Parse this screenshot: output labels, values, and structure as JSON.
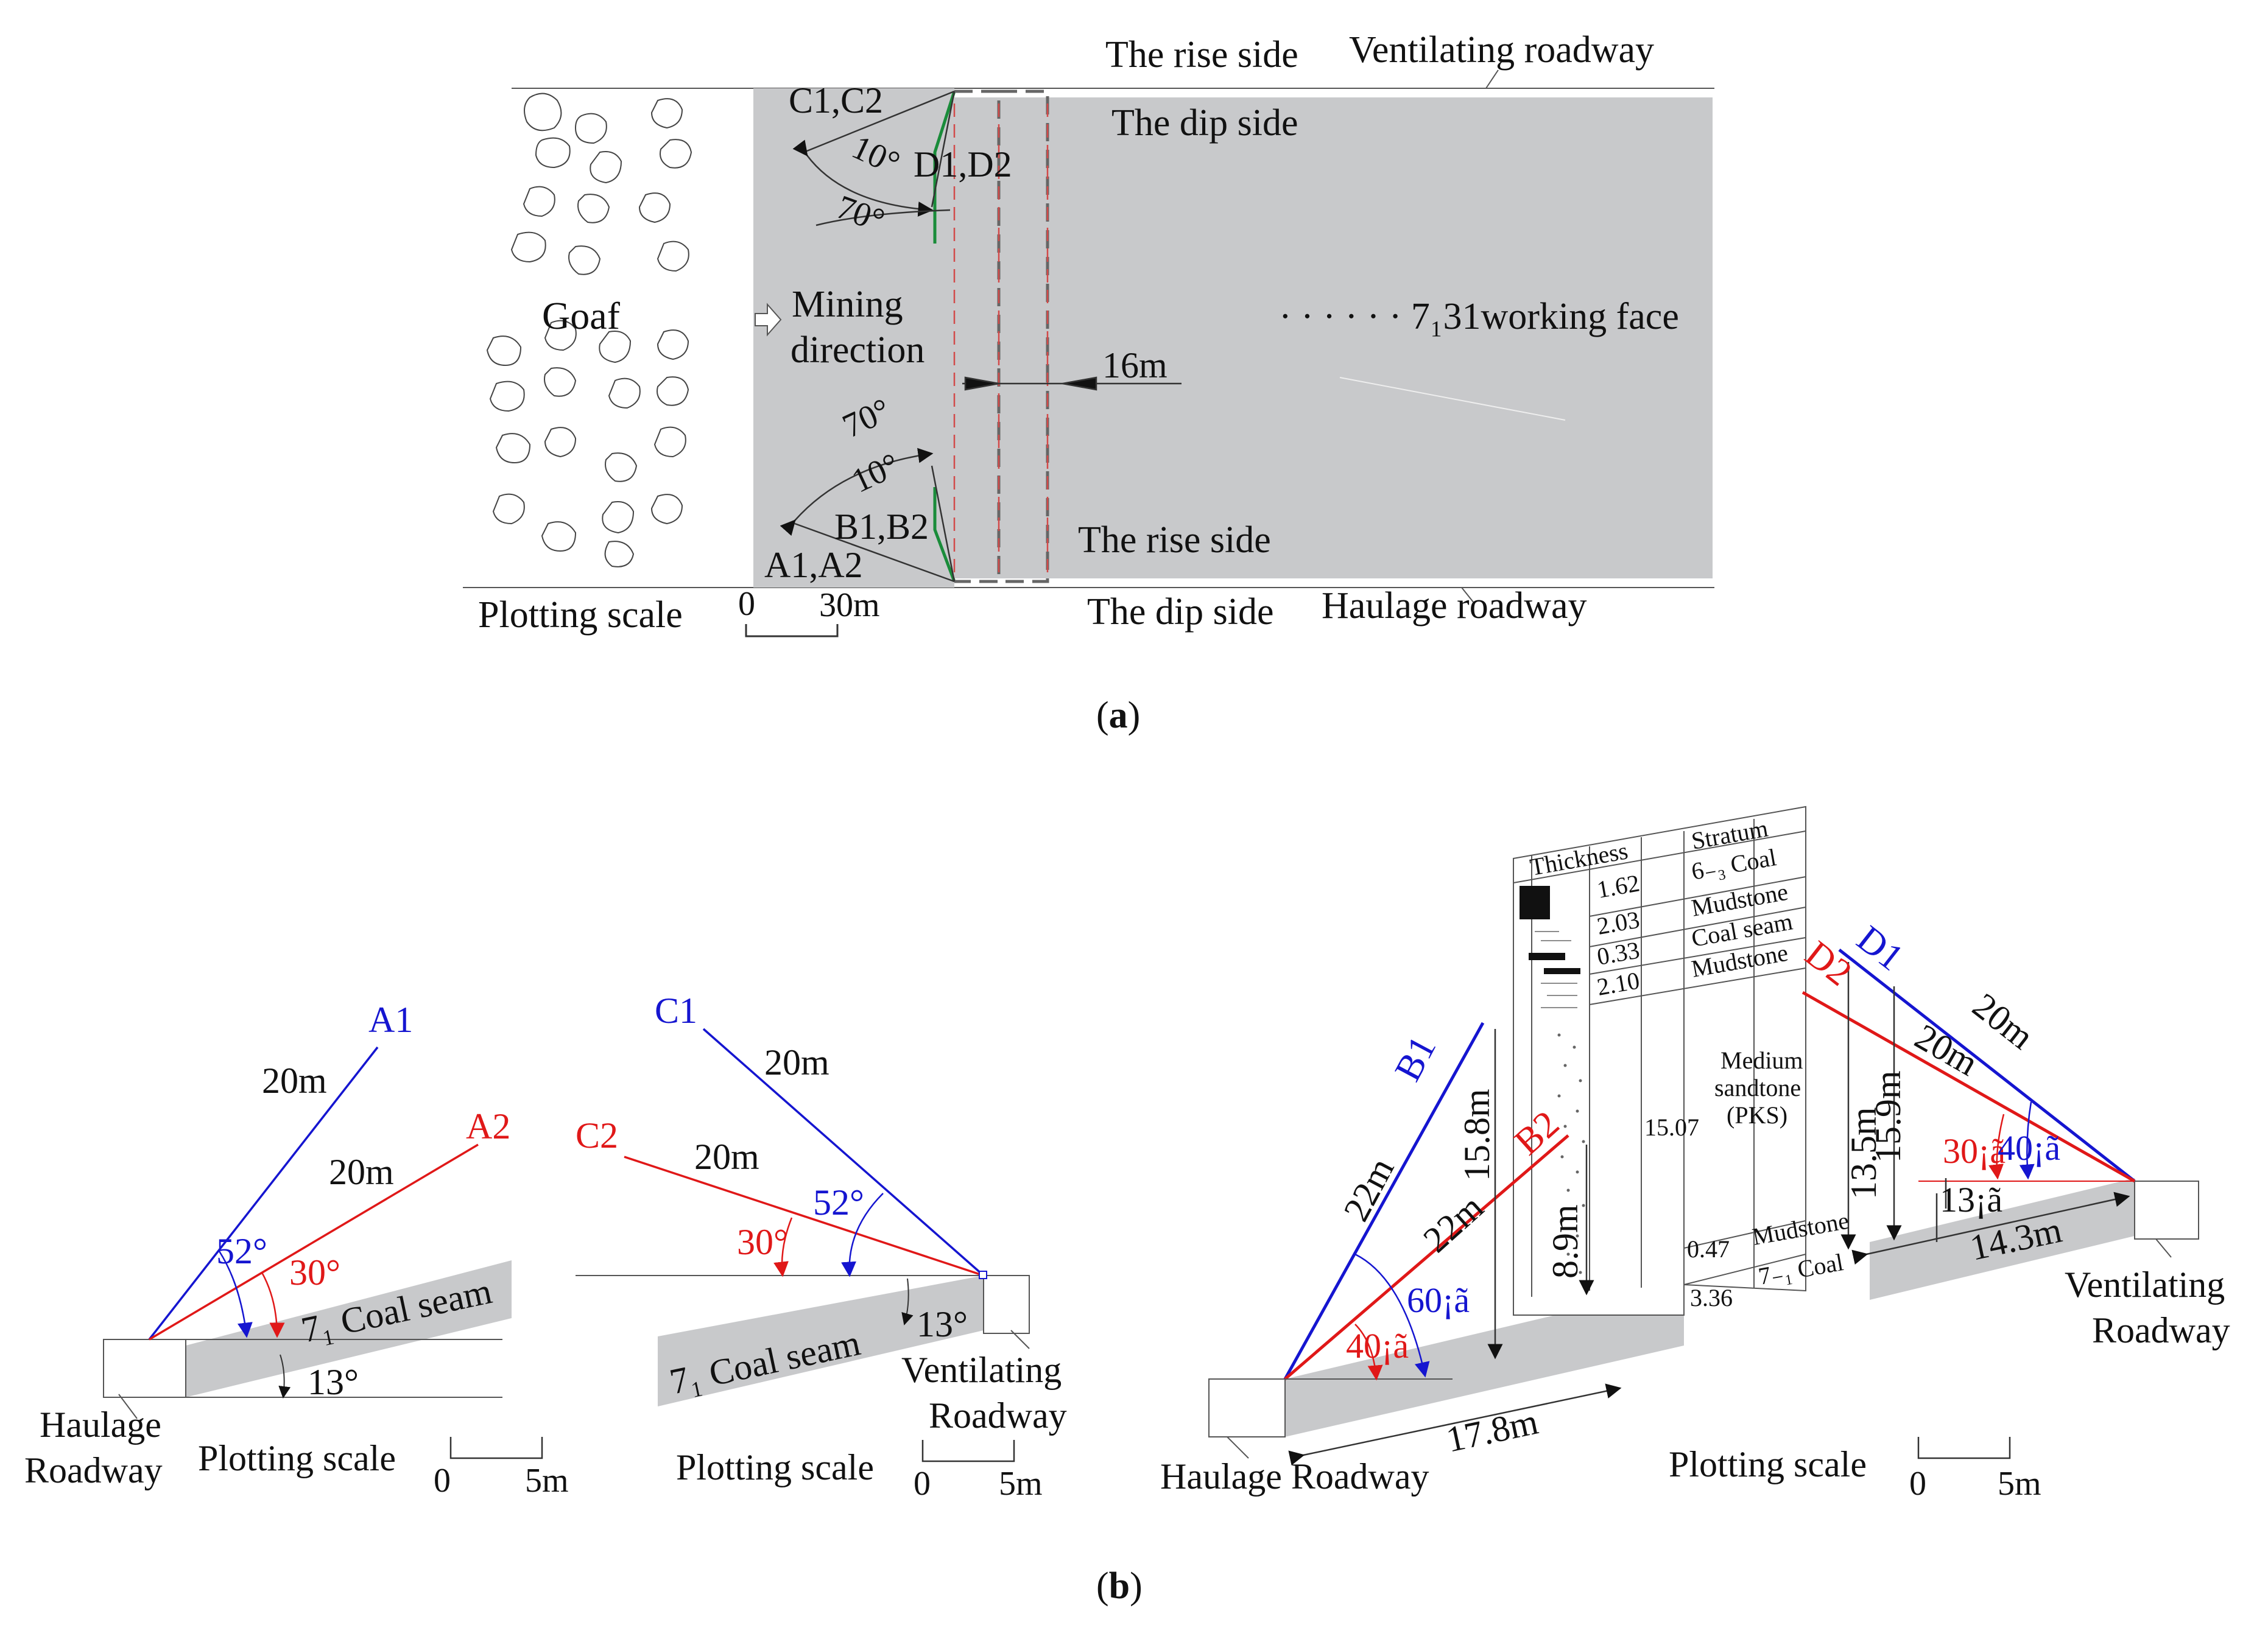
{
  "panel_a": {
    "label": "a",
    "rise_top": "The rise side",
    "vent_roadway": "Ventilating roadway",
    "dip_top": "The dip side",
    "c_label": "C1,C2",
    "d_label": "D1,D2",
    "ang10_top": "10°",
    "ang70_top": "70°",
    "goaf": "Goaf",
    "mining_1": "Mining",
    "mining_2": "direction",
    "working_face": "· · · · · · 7₁31working face",
    "dist16": "16m",
    "ang70_bot": "70°",
    "ang10_bot": "10°",
    "b_label": "B1,B2",
    "a_label": "A1,A2",
    "rise_bot": "The rise side",
    "plot_scale": "Plotting scale",
    "scale_0": "0",
    "scale_30": "30m",
    "dip_bot": "The dip side",
    "haul_roadway": "Haulage roadway"
  },
  "panel_b": {
    "label": "b",
    "left": {
      "a1": "A1",
      "a2": "A2",
      "len_a1": "20m",
      "len_a2": "20m",
      "ang52": "52°",
      "ang30": "30°",
      "coal_seam": "7₁ Coal seam",
      "ang13": "13°",
      "haul_1": "Haulage",
      "haul_2": "Roadway",
      "plot_scale": "Plotting scale",
      "s0": "0",
      "s5": "5m"
    },
    "mid": {
      "c1": "C1",
      "c2": "C2",
      "len_c1": "20m",
      "len_c2": "20m",
      "ang52": "52°",
      "ang30": "30°",
      "ang13": "13°",
      "coal_seam": "7₁ Coal seam",
      "vent_1": "Ventilating",
      "vent_2": "Roadway",
      "plot_scale": "Plotting scale",
      "s0": "0",
      "s5": "5m"
    },
    "right": {
      "b1": "B1",
      "b2": "B2",
      "d1": "D1",
      "d2": "D2",
      "len_b1": "22m",
      "len_b2": "22m",
      "h_b1": "15.8m",
      "h_b2": "8.9m",
      "len_d1": "20m",
      "len_d2": "20m",
      "h_d1": "15.9m",
      "h_d2": "13.5m",
      "ang60": "60¡ã",
      "ang40_b": "40¡ã",
      "ang30": "30¡ã",
      "ang40_d": "40¡ã",
      "ang13": "13¡ã",
      "dist_left": "17.8m",
      "dist_right": "14.3m",
      "haul": "Haulage Roadway",
      "vent_1": "Ventilating",
      "vent_2": "Roadway",
      "plot_scale": "Plotting scale",
      "s0": "0",
      "s5": "5m",
      "col_thick": "Thickness",
      "col_stratum": "Stratum",
      "strata": [
        {
          "thickness": "1.62",
          "name": "6₋₃ Coal"
        },
        {
          "thickness": "2.03",
          "name": "Mudstone"
        },
        {
          "thickness": "0.33",
          "name": "Coal seam"
        },
        {
          "thickness": "2.10",
          "name": "Mudstone"
        },
        {
          "thickness": "15.07",
          "name": "Medium sandtone (PKS)"
        },
        {
          "thickness": "0.47",
          "name": "Mudstone"
        },
        {
          "thickness": "3.36",
          "name": "7₋₁ Coal"
        }
      ],
      "pks_1": "Medium",
      "pks_2": "sandtone",
      "pks_3": "(PKS)"
    }
  },
  "colors": {
    "blue": "#1515d0",
    "red": "#e01818",
    "green": "#1a8c3a",
    "gray": "#c8c9cb"
  }
}
